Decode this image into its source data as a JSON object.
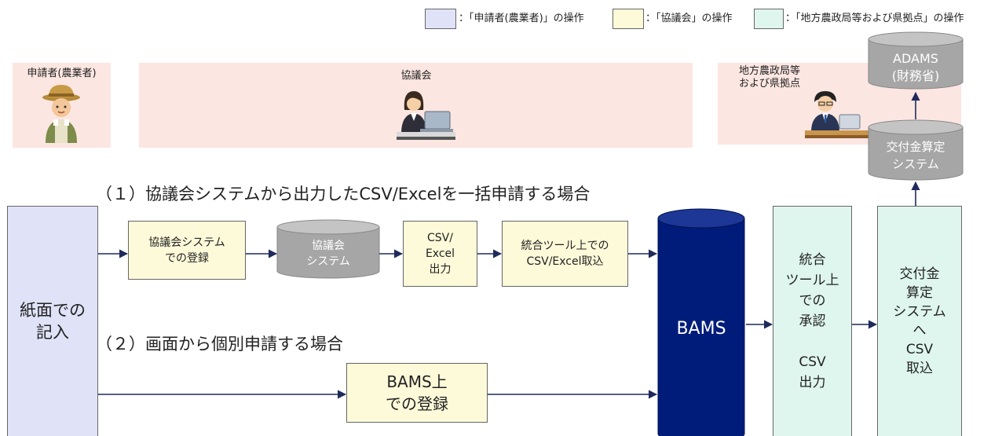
{
  "legend": {
    "items": [
      {
        "text": "：「申請者(農業者)」の操作",
        "color": "#e0e2f8"
      },
      {
        "text": "：「協議会」の操作",
        "color": "#fdfad9"
      },
      {
        "text": "：「地方農政局等および県拠点」の操作",
        "color": "#dff6ee"
      }
    ]
  },
  "actors": {
    "applicant": "申請者(農業者)",
    "council": "協議会",
    "regional": "地方農政局等\nおよび県拠点"
  },
  "databases": {
    "adams": "ADAMS\n(財務省)",
    "kofukin_system": "交付金算定\nシステム",
    "council_system": "協議会\nシステム",
    "bams": "BAMS"
  },
  "headings": {
    "case1": "（１）協議会システムから出力したCSV/Excelを一括申請する場合",
    "case2": "（２）画面から個別申請する場合"
  },
  "boxes": {
    "paper_entry": "紙面での\n記入",
    "council_register": "協議会システム\nでの登録",
    "csv_excel_output": "CSV/\nExcel\n出力",
    "tool_import": "統合ツール上での\nCSV/Excel取込",
    "bams_register": "BAMS上\nでの登録",
    "approval": "統合\nツール上\nでの\n承認\n\nCSV\n出力",
    "kofukin_import": "交付金\n算定\nシステム\nへ\nCSV\n取込"
  },
  "colors": {
    "yellow": "#fdfad9",
    "green": "#dff6ee",
    "blue": "#e0e2f8",
    "band": "#fce6e1",
    "navy": "#001c7a",
    "gray_db": "#a6a6a6"
  }
}
